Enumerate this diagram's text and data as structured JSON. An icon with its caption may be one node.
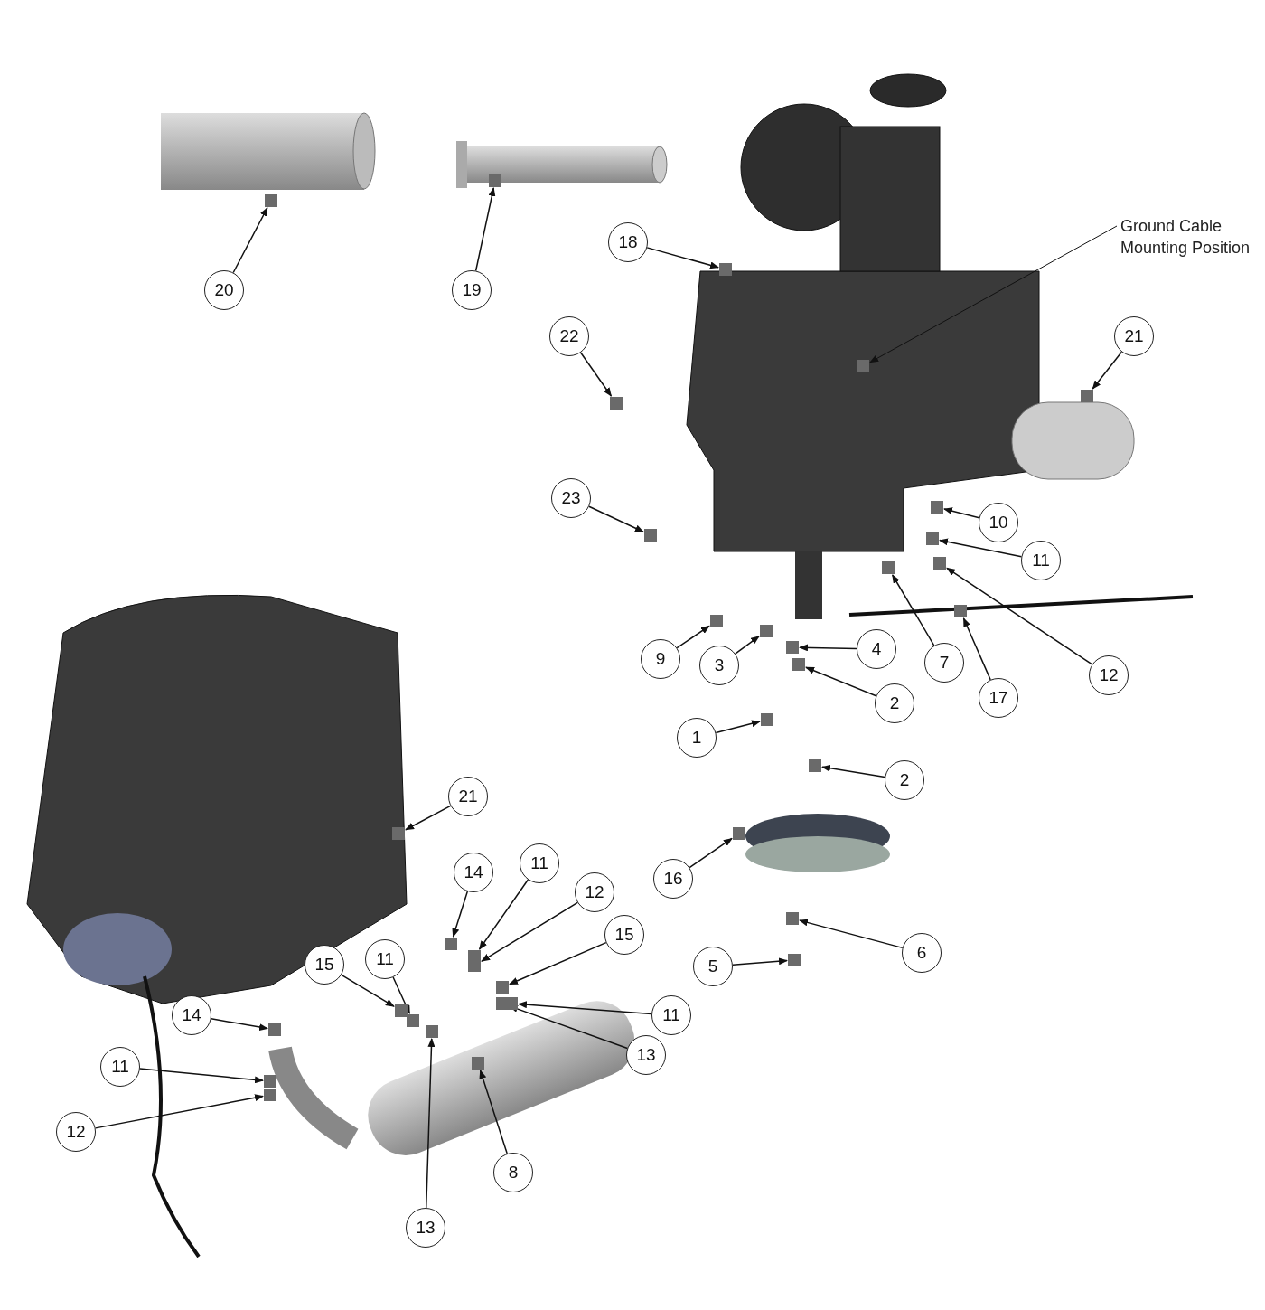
{
  "diagram": {
    "nodes": [
      {
        "text": [
          "20"
        ]
      },
      {
        "text": [
          "19"
        ]
      },
      {
        "text": [
          "Ground Cable Mounting Position"
        ]
      },
      {
        "text": [
          "18"
        ]
      },
      {
        "text": [
          "22"
        ]
      },
      {
        "text": [
          "21"
        ]
      },
      {
        "text": [
          "23"
        ]
      },
      {
        "text": [
          "10"
        ]
      },
      {
        "text": [
          "11"
        ]
      },
      {
        "text": [
          "9"
        ]
      },
      {
        "text": [
          "3"
        ]
      },
      {
        "text": [
          "4"
        ]
      },
      {
        "text": [
          "7"
        ]
      },
      {
        "text": [
          "12"
        ]
      },
      {
        "text": [
          "17"
        ]
      },
      {
        "text": [
          "2"
        ]
      },
      {
        "text": [
          "1"
        ]
      },
      {
        "text": [
          "2"
        ]
      },
      {
        "text": [
          "21"
        ]
      },
      {
        "text": [
          "16"
        ]
      },
      {
        "text": [
          "14"
        ]
      },
      {
        "text": [
          "11"
        ]
      },
      {
        "text": [
          "12"
        ]
      },
      {
        "text": [
          "15"
        ]
      },
      {
        "text": [
          "6"
        ]
      },
      {
        "text": [
          "15"
        ]
      },
      {
        "text": [
          "11"
        ]
      },
      {
        "text": [
          "5"
        ]
      },
      {
        "text": [
          "14"
        ]
      },
      {
        "text": [
          "11"
        ]
      },
      {
        "text": [
          "13"
        ]
      },
      {
        "text": [
          "11"
        ]
      },
      {
        "text": [
          "8"
        ]
      },
      {
        "text": [
          "12"
        ]
      },
      {
        "text": [
          "13"
        ]
      },
      {
        "text": [],
        "shape": "box"
      },
      {
        "text": [],
        "shape": "box"
      },
      {
        "text": [],
        "shape": "box"
      },
      {
        "text": [],
        "shape": "box"
      },
      {
        "text": [],
        "shape": "box"
      },
      {
        "text": [],
        "shape": "box"
      },
      {
        "text": [],
        "shape": "box"
      },
      {
        "text": [],
        "shape": "box"
      },
      {
        "text": [],
        "shape": "box"
      },
      {
        "text": [],
        "shape": "box"
      },
      {
        "text": [],
        "shape": "box"
      },
      {
        "text": [],
        "shape": "box"
      },
      {
        "text": [],
        "shape": "box"
      },
      {
        "text": [],
        "shape": "box"
      },
      {
        "text": [],
        "shape": "box"
      },
      {
        "text": [],
        "shape": "box"
      },
      {
        "text": [],
        "shape": "box"
      },
      {
        "text": [],
        "shape": "box"
      },
      {
        "text": [],
        "shape": "box"
      },
      {
        "text": [],
        "shape": "box"
      },
      {
        "text": [],
        "shape": "box"
      },
      {
        "text": [],
        "shape": "box"
      },
      {
        "text": [],
        "shape": "box"
      },
      {
        "text": [],
        "shape": "box"
      },
      {
        "text": [],
        "shape": "box"
      },
      {
        "text": [],
        "shape": "box"
      },
      {
        "text": [],
        "shape": "box"
      },
      {
        "text": [],
        "shape": "box"
      },
      {
        "text": [],
        "shape": "box"
      },
      {
        "text": [],
        "shape": "box"
      },
      {
        "text": [],
        "shape": "box"
      },
      {
        "text": [],
        "shape": "box"
      },
      {
        "text": [],
        "shape": "box"
      },
      {
        "text": [],
        "shape": "box"
      },
      {
        "text": [],
        "shape": "box"
      }
    ],
    "edges": [
      {
        "from": 0,
        "to": 35,
        "arrow": "to"
      },
      {
        "from": 1,
        "to": 36,
        "arrow": "to"
      },
      {
        "from": 2,
        "to": 37,
        "arrow": "to"
      },
      {
        "from": 3,
        "to": 38,
        "arrow": "to"
      },
      {
        "from": 4,
        "to": 39,
        "arrow": "to"
      },
      {
        "from": 5,
        "to": 40,
        "arrow": "to"
      },
      {
        "from": 6,
        "to": 41,
        "arrow": "to"
      },
      {
        "from": 7,
        "to": 42,
        "arrow": "to"
      },
      {
        "from": 8,
        "to": 43,
        "arrow": "to"
      },
      {
        "from": 9,
        "to": 44,
        "arrow": "to"
      },
      {
        "from": 10,
        "to": 45,
        "arrow": "to"
      },
      {
        "from": 11,
        "to": 46,
        "arrow": "to"
      },
      {
        "from": 12,
        "to": 47,
        "arrow": "to"
      },
      {
        "from": 13,
        "to": 48,
        "arrow": "to"
      },
      {
        "from": 14,
        "to": 49,
        "arrow": "to"
      },
      {
        "from": 15,
        "to": 50,
        "arrow": "to"
      },
      {
        "from": 16,
        "to": 51,
        "arrow": "to"
      },
      {
        "from": 17,
        "to": 52,
        "arrow": "to"
      },
      {
        "from": 18,
        "to": 53,
        "arrow": "to"
      },
      {
        "from": 19,
        "to": 54,
        "arrow": "to"
      },
      {
        "from": 20,
        "to": 55,
        "arrow": "to"
      },
      {
        "from": 21,
        "to": 56,
        "arrow": "to"
      },
      {
        "from": 22,
        "to": 57,
        "arrow": "to"
      },
      {
        "from": 23,
        "to": 58,
        "arrow": "to"
      },
      {
        "from": 24,
        "to": 59,
        "arrow": "to"
      },
      {
        "from": 25,
        "to": 60,
        "arrow": "to"
      },
      {
        "from": 26,
        "to": 61,
        "arrow": "to"
      },
      {
        "from": 27,
        "to": 62,
        "arrow": "to"
      },
      {
        "from": 28,
        "to": 63,
        "arrow": "to"
      },
      {
        "from": 29,
        "to": 64,
        "arrow": "to"
      },
      {
        "from": 30,
        "to": 65,
        "arrow": "to"
      },
      {
        "from": 31,
        "to": 66,
        "arrow": "to"
      },
      {
        "from": 32,
        "to": 67,
        "arrow": "to"
      },
      {
        "from": 33,
        "to": 68,
        "arrow": "to"
      },
      {
        "from": 34,
        "to": 69,
        "arrow": "to"
      }
    ]
  }
}
